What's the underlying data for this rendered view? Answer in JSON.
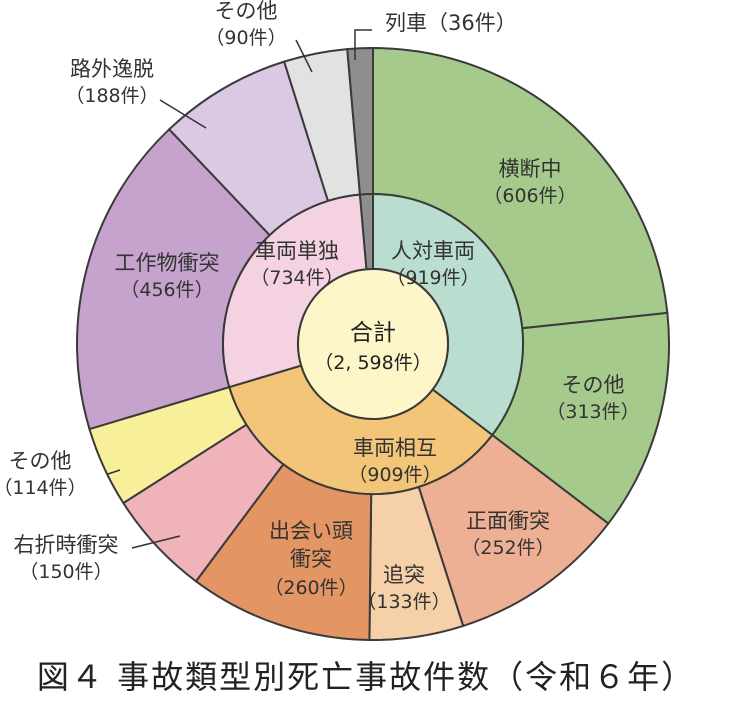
{
  "caption": "図４ 事故類型別死亡事故件数（令和６年）",
  "chart_data": {
    "type": "pie",
    "center": {
      "label": "合計",
      "value_text": "（2, 598件）",
      "value": 2598
    },
    "inner": [
      {
        "name": "人対車両",
        "value": 919,
        "value_text": "（919件）",
        "color": "#b9ddce"
      },
      {
        "name": "車両相互",
        "value": 909,
        "value_text": "（909件）",
        "color": "#f2c579"
      },
      {
        "name": "車両単独",
        "value": 734,
        "value_text": "（734件）",
        "color": "#f5d2e1"
      },
      {
        "name": "列車",
        "value": 36,
        "value_text": "",
        "color": "#8e8e8e"
      }
    ],
    "outer": [
      {
        "name": "横断中",
        "value": 606,
        "value_text": "（606件）",
        "color": "#a6c98c",
        "parent": "人対車両"
      },
      {
        "name": "その他",
        "value": 313,
        "value_text": "（313件）",
        "color": "#a6c98c",
        "parent": "人対車両"
      },
      {
        "name": "正面衝突",
        "value": 252,
        "value_text": "（252件）",
        "color": "#eeb094",
        "parent": "車両相互"
      },
      {
        "name": "追突",
        "value": 133,
        "value_text": "（133件）",
        "color": "#f5d0a9",
        "parent": "車両相互"
      },
      {
        "name": "出会い頭衝突",
        "lines": [
          "出会い頭",
          "衝突"
        ],
        "value": 260,
        "value_text": "（260件）",
        "color": "#e39563",
        "parent": "車両相互"
      },
      {
        "name": "右折時衝突",
        "value": 150,
        "value_text": "（150件）",
        "color": "#efb3b9",
        "parent": "車両相互"
      },
      {
        "name": "その他",
        "value": 114,
        "value_text": "（114件）",
        "color": "#f7ef9a",
        "parent": "車両相互"
      },
      {
        "name": "工作物衝突",
        "value": 456,
        "value_text": "（456件）",
        "color": "#c6a3cc",
        "parent": "車両単独"
      },
      {
        "name": "路外逸脱",
        "value": 188,
        "value_text": "（188件）",
        "color": "#dbc8e3",
        "parent": "車両単独"
      },
      {
        "name": "その他",
        "value": 90,
        "value_text": "（90件）",
        "color": "#e2e2e2",
        "parent": "車両単独"
      },
      {
        "name": "列車",
        "value": 36,
        "value_text": "（36件）",
        "color": "#8e8e8e",
        "parent": "列車"
      }
    ],
    "center_color": "#fdf6c9",
    "border_color": "#3a3a3a"
  }
}
